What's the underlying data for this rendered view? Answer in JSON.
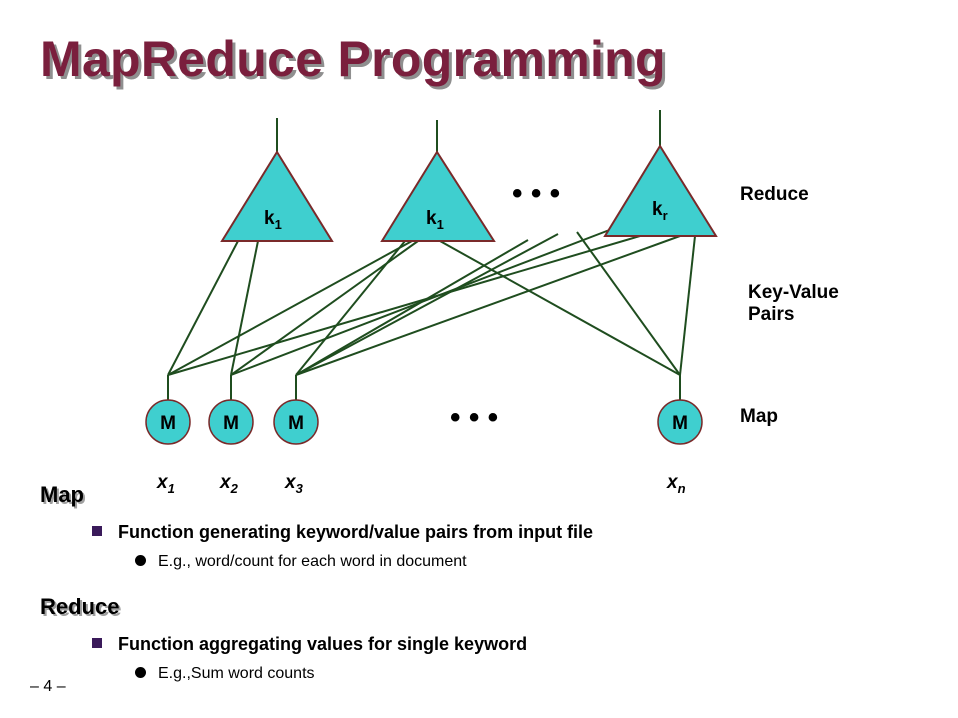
{
  "title": "MapReduce Programming",
  "colors": {
    "title": "#7a1f3d",
    "node_fill": "#3fcfcf",
    "node_stroke": "#7a2a2a",
    "edge": "#1f4d1f"
  },
  "diagram": {
    "reduce_nodes": [
      {
        "main": "k",
        "sub": "1"
      },
      {
        "main": "k",
        "sub": "1"
      },
      {
        "main": "k",
        "sub": "r"
      }
    ],
    "map_nodes": [
      "M",
      "M",
      "M",
      "M"
    ],
    "inputs": [
      {
        "main": "x",
        "sub": "1"
      },
      {
        "main": "x",
        "sub": "2"
      },
      {
        "main": "x",
        "sub": "3"
      },
      {
        "main": "x",
        "sub": "n"
      }
    ],
    "ellipsis": "• • •",
    "labels": {
      "reduce": "Reduce",
      "kv_line1": "Key-Value",
      "kv_line2": "Pairs",
      "map": "Map"
    }
  },
  "sections": [
    {
      "heading": "Map",
      "bullet": "Function generating keyword/value pairs from input file",
      "sub_bullet": "E.g., word/count for each word in document"
    },
    {
      "heading": "Reduce",
      "bullet": "Function aggregating values for single keyword",
      "sub_bullet": "E.g.,Sum word counts"
    }
  ],
  "page_number": "– 4 –"
}
